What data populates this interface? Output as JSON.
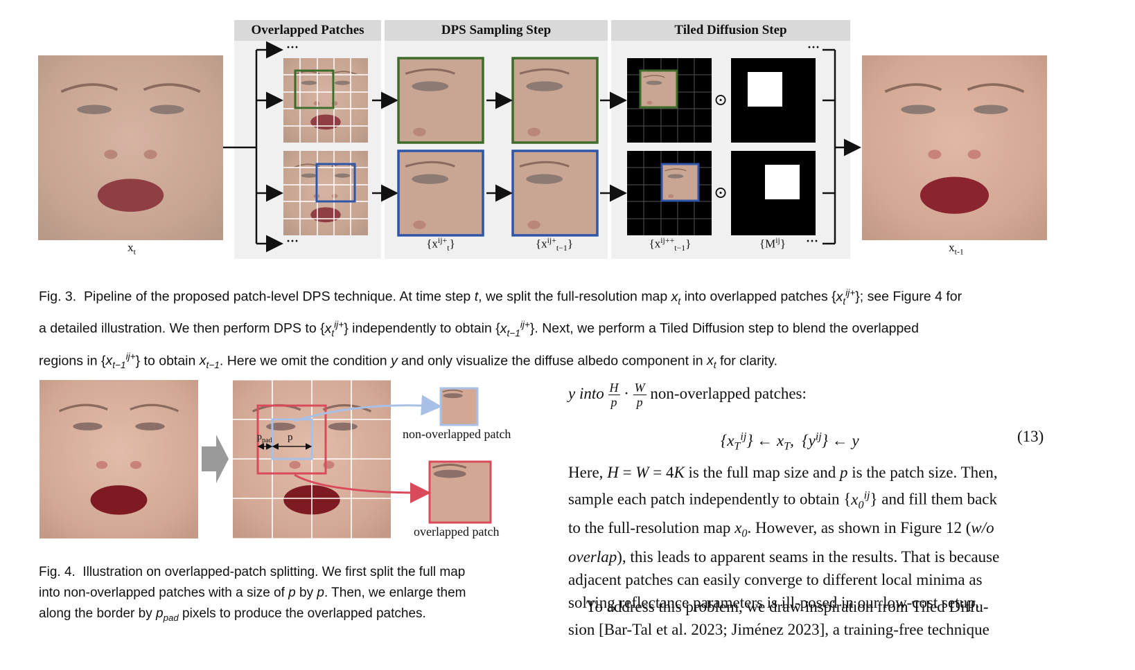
{
  "fig3": {
    "headers": [
      "Overlapped Patches",
      "DPS Sampling Step",
      "Tiled Diffusion Step"
    ],
    "label_xt": "x",
    "label_xt_sub": "t",
    "label_xt1": "x",
    "label_xt1_sub": "t-1",
    "label_patches_t": "{x",
    "label_patches_t_sup": "ij+",
    "label_patches_t_sub": "t",
    "label_patches_t1": "{x",
    "label_patches_t1_sup": "ij+",
    "label_patches_t1_sub": "t−1",
    "label_patches_tpp": "{x",
    "label_patches_tpp_sup": "ij++",
    "label_patches_tpp_sub": "t−1",
    "label_mask": "{M",
    "label_mask_sup": "ij",
    "ellipsis": "···",
    "odot": "⊙",
    "caption_lines": [
      "Fig. 3.  Pipeline of the proposed patch-level DPS technique. At time step t, we split the full-resolution map x_t into overlapped patches {x_t^{ij+}}; see Figure 4 for",
      "a detailed illustration. We then perform DPS to {x_t^{ij+}} independently to obtain {x_{t−1}^{ij+}}. Next, we perform a Tiled Diffusion step to blend the overlapped",
      "regions in {x_{t−1}^{ij+}} to obtain x_{t−1}. Here we omit the condition y and only visualize the diffuse albedo component in x_t for clarity."
    ]
  },
  "fig4": {
    "label_ppad": "p",
    "label_ppad_sub": "pad",
    "label_p": "p",
    "label_nonoverlap": "non-overlapped patch",
    "label_overlap": "overlapped patch",
    "caption_lines": [
      "Fig. 4.  Illustration on overlapped-patch splitting. We first split the full map",
      "into non-overlapped patches with a size of p by p. Then, we enlarge them",
      "along the border by p_pad pixels to produce the overlapped patches."
    ]
  },
  "body": {
    "line1_pre": "y into",
    "line1_post": "non-overlapped patches:",
    "eq_number": "(13)",
    "para1": [
      "Here, H = W = 4K is the full map size and p is the patch size. Then,",
      "sample each patch independently to obtain {x_0^{ij}} and fill them back",
      "to the full-resolution map x_0. However, as shown in Figure 12 (w/o",
      "overlap), this leads to apparent seams in the results. That is because",
      "adjacent patches can easily converge to different local minima as",
      "solving reflectance parameters is ill-posed in our low-cost setup."
    ],
    "para2": [
      "To address this problem, we draw inspiration from Tiled Diffu-",
      "sion [Bar-Tal et al. 2023; Jiménez 2023], a training-free technique"
    ]
  },
  "colors": {
    "green": "#3d6b2a",
    "blue": "#2f55a8",
    "red": "#d94a5a",
    "lightblue": "#a9c0e6",
    "skin": "#c9a592",
    "panel": "#f0f0f0",
    "header": "#d9d9d9"
  }
}
